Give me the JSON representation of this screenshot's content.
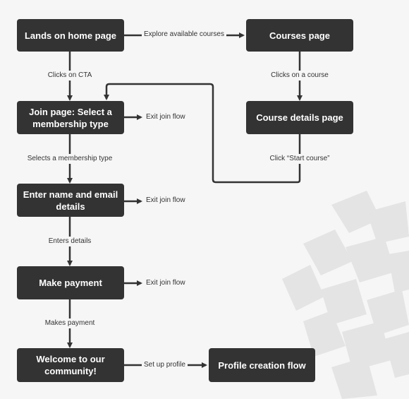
{
  "nodes": {
    "home": "Lands on home page",
    "courses": "Courses page",
    "join": "Join page: Select a membership type",
    "course_details": "Course details page",
    "details": "Enter name and email details",
    "payment": "Make payment",
    "welcome": "Welcome to our community!",
    "profile": "Profile creation flow"
  },
  "edges": {
    "explore": "Explore available courses",
    "clicks_cta": "Clicks on CTA",
    "clicks_course": "Clicks on a course",
    "exit_join_1": "Exit join flow",
    "selects_membership": "Selects a membership type",
    "start_course": "Click “Start course”",
    "exit_join_2": "Exit join flow",
    "enters_details": "Enters details",
    "exit_join_3": "Exit join flow",
    "makes_payment": "Makes payment",
    "setup_profile": "Set up profile"
  },
  "colors": {
    "node_fill": "#333333",
    "node_text": "#ffffff",
    "line": "#333333",
    "background": "#f6f6f6",
    "watermark": "#e6e6e6"
  }
}
